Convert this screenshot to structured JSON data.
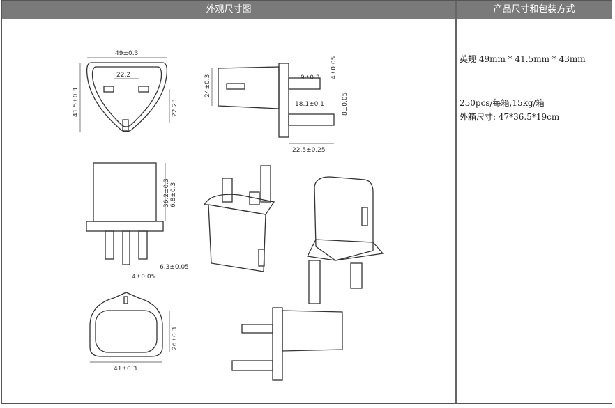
{
  "header": {
    "col1": "外观尺寸图",
    "col2": "产品尺寸和包装方式"
  },
  "spec": {
    "size": "英规 49mm * 41.5mm * 43mm",
    "packing": "250pcs/每箱,15kg/箱",
    "carton": "外箱尺寸: 47*36.5*19cm"
  },
  "dims": {
    "front_width": "49±0.3",
    "front_height": "41.5±0.3",
    "pin_spacing": "22.2",
    "pin_offset": "22.23",
    "side_height": "24±0.3",
    "pin_width": "9±0.3",
    "pin_thick": "4±0.05",
    "pin_len": "18.1±0.1",
    "earth_pin": "8±0.05",
    "base_len": "22.5±0.25",
    "body_height": "36.2±0.3",
    "flange": "6.8±0.3",
    "pin_a": "6.3±0.05",
    "pin_b": "4±0.05",
    "back_height": "26±0.3",
    "back_width": "41±0.3"
  }
}
